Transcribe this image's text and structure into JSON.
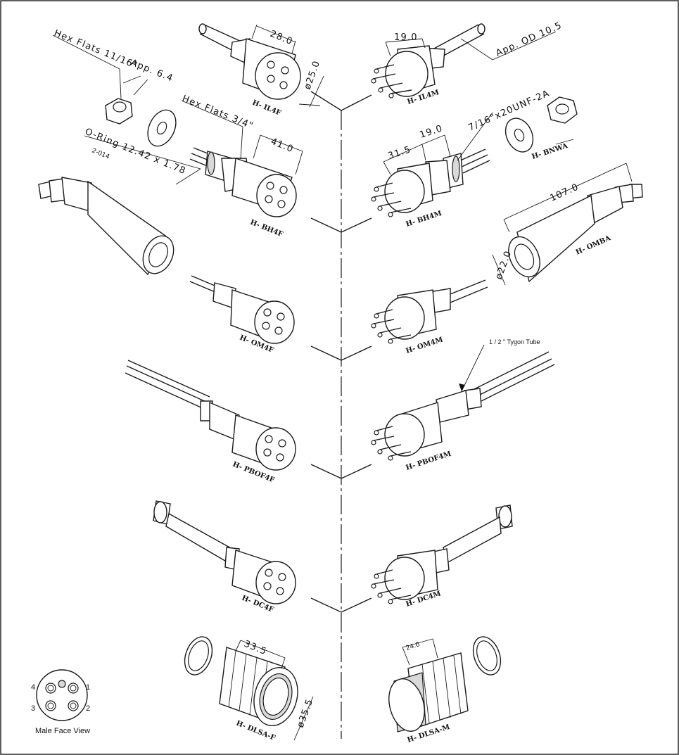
{
  "drawing": {
    "parts": {
      "il4f": "H- IL4F",
      "il4m": "H- IL4M",
      "bh4f": "H- BH4F",
      "bh4m": "H- BH4M",
      "bnwa": "H- BNWA",
      "omba": "H- OMBA",
      "om4f": "H- OM4F",
      "om4m": "H- OM4M",
      "pbof4f": "H- PBOF4F",
      "pbof4m": "H- PBOF4M",
      "dc4f": "H- DC4F",
      "dc4m": "H- DC4M",
      "dlsaf": "H- DLSA-F",
      "dlsam": "H- DLSA-M"
    },
    "dims": {
      "il4f_len": "28.0",
      "il4f_dia": "ø25.0",
      "il4m_len": "19.0",
      "il4m_od": "App. OD 10.5",
      "hex_nut": "Hex Flats 11/16\"",
      "nut_thick": "App. 6.4",
      "bh4f_hex": "Hex Flats 3/4\"",
      "bh4f_len": "41.0",
      "oring": "O-Ring 12.42 x 1.78",
      "oring_code": "2-014",
      "bh4m_len1": "31.5",
      "bh4m_len2": "19.0",
      "bh4m_thread": "7/16\"x20UNF-2A",
      "omba_len": "107.0",
      "omba_dia": "ø22.0",
      "tygon": "1 / 2 \" Tygon Tube",
      "dlsaf_len": "33.5",
      "dlsaf_dia": "ø35.5",
      "dlsam_len": "24.0"
    },
    "face_view": {
      "title": "Male Face View",
      "pins": [
        "1",
        "2",
        "3",
        "4"
      ]
    }
  }
}
